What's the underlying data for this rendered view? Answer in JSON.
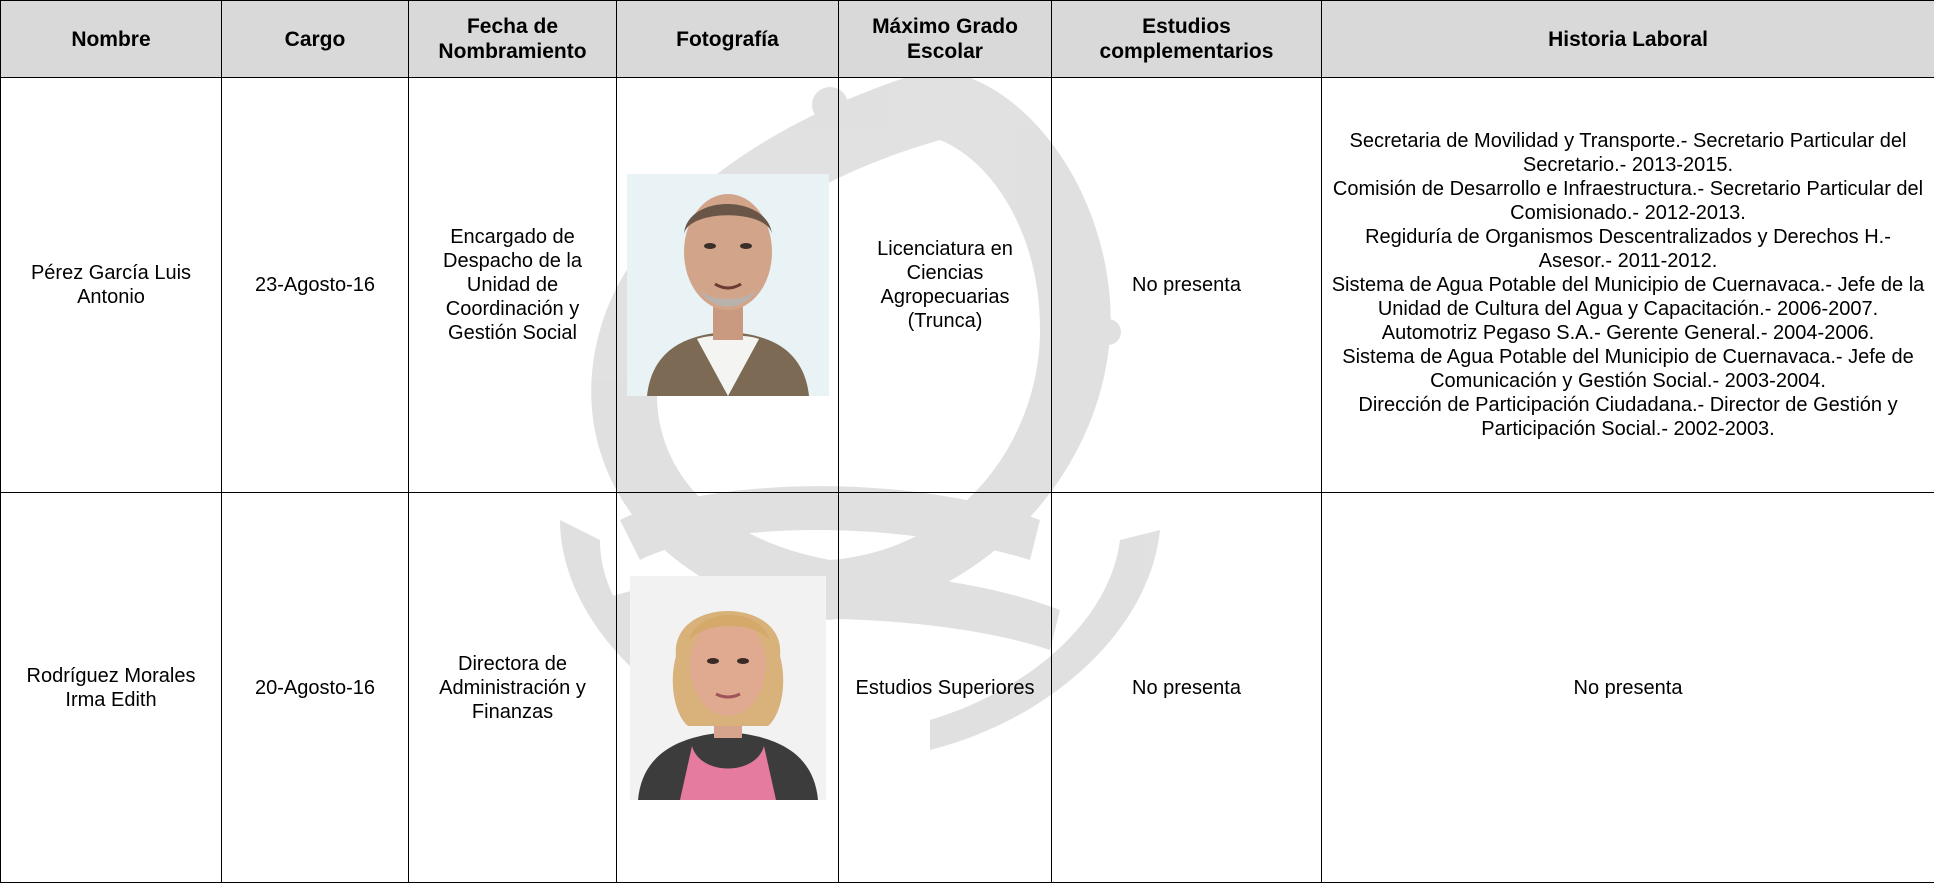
{
  "headers": {
    "nombre": "Nombre",
    "cargo": "Cargo",
    "fecha_line1": "Fecha de",
    "fecha_line2": "Nombramiento",
    "fotografia": "Fotografía",
    "grado_line1": "Máximo Grado",
    "grado_line2": "Escolar",
    "estudios_line1": "Estudios",
    "estudios_line2": "complementarios",
    "historia": "Historia Laboral"
  },
  "rows": [
    {
      "nombre": "Pérez García Luis Antonio",
      "fecha": "23-Agosto-16",
      "cargo": "Encargado de Despacho de la Unidad de Coordinación y Gestión Social",
      "grado": "Licenciatura en Ciencias Agropecuarias (Trunca)",
      "estudios": "No presenta",
      "historia": [
        "Secretaria de Movilidad y Transporte.- Secretario Particular del Secretario.- 2013-2015.",
        "Comisión de Desarrollo e Infraestructura.- Secretario Particular del Comisionado.- 2012-2013.",
        "Regiduría de Organismos Descentralizados y Derechos H.- Asesor.- 2011-2012.",
        "Sistema de Agua Potable del Municipio de Cuernavaca.- Jefe de la Unidad de Cultura del Agua y Capacitación.- 2006-2007.",
        "Automotriz Pegaso S.A.- Gerente General.- 2004-2006.",
        "Sistema de Agua Potable del Municipio de Cuernavaca.- Jefe de Comunicación y Gestión Social.- 2003-2004.",
        "Dirección de Participación Ciudadana.- Director de Gestión y Participación Social.- 2002-2003."
      ]
    },
    {
      "nombre": "Rodríguez Morales Irma Edith",
      "fecha": "20-Agosto-16",
      "cargo": "Directora de Administración y Finanzas",
      "grado": "Estudios Superiores",
      "estudios": "No presenta",
      "historia_text": "No presenta"
    }
  ]
}
